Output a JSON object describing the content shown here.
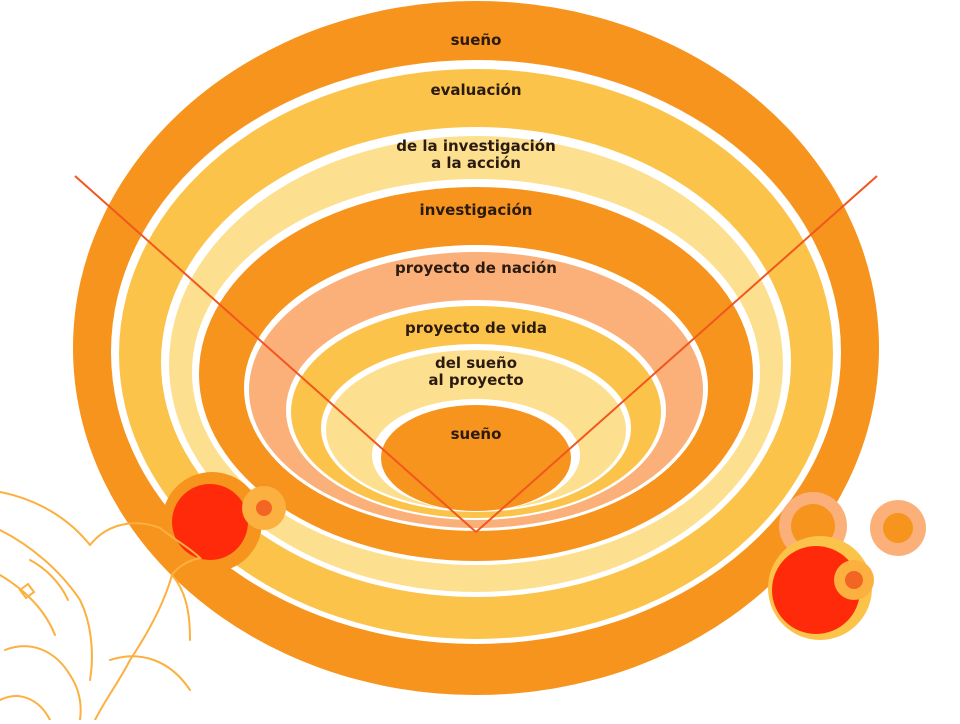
{
  "diagram": {
    "rings": [
      {
        "id": "ring-1",
        "label": "sueño",
        "color": "#f7941d"
      },
      {
        "id": "ring-2",
        "label": "evaluación",
        "color": "#fbc34a"
      },
      {
        "id": "ring-3",
        "label": "de la investigación\na la acción",
        "color": "#fde08f"
      },
      {
        "id": "ring-4",
        "label": "investigación",
        "color": "#f7941d"
      },
      {
        "id": "ring-5",
        "label": "proyecto de nación",
        "color": "#fbb07a"
      },
      {
        "id": "ring-6",
        "label": "proyecto de vida",
        "color": "#fbc34a"
      },
      {
        "id": "ring-7",
        "label": "del sueño\nal proyecto",
        "color": "#fde08f"
      },
      {
        "id": "ring-8",
        "label": "sueño",
        "color": "#f7941d"
      }
    ],
    "colors": {
      "dark_orange": "#f7941d",
      "mid_orange": "#fbc34a",
      "light_yellow": "#fde08f",
      "peach": "#fbb07a",
      "red_accent": "#ff2a0a",
      "v_line": "#f0561e",
      "dove_outline": "#fbb040"
    }
  }
}
